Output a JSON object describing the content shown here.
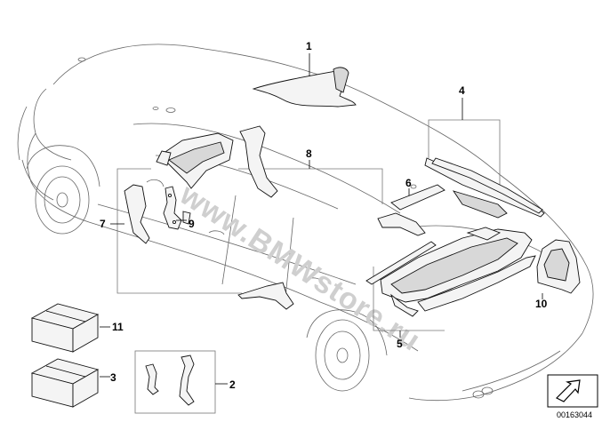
{
  "watermark": "www.BMWstore.ru",
  "reference_number": "00163044",
  "callouts": {
    "c1": "1",
    "c2": "2",
    "c3": "3",
    "c4": "4",
    "c5": "5",
    "c6": "6",
    "c7": "7",
    "c8": "8",
    "c9": "9",
    "c10": "10",
    "c11": "11"
  },
  "icons": {
    "navigation": "arrow-icon"
  }
}
